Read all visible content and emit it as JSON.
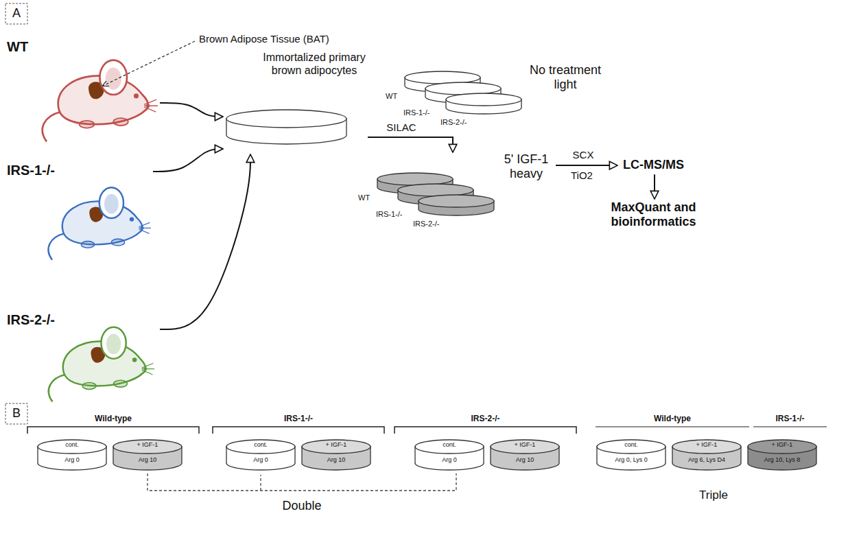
{
  "diagram": {
    "nodes": [
      {
        "text": [
          "WT"
        ]
      },
      {
        "text": [
          "IRS-1-/-"
        ]
      },
      {
        "text": [
          "IRS-2-/-"
        ]
      },
      {
        "text": [
          "Immortalized primary brown adipocytes"
        ]
      },
      {
        "text": [
          "No treatment light",
          "WT",
          "IRS-1-/-",
          "IRS-2-/-"
        ]
      },
      {
        "text": [
          "5' IGF-1 heavy",
          "WT",
          "IRS-1-/-",
          "IRS-2-/-"
        ]
      },
      {
        "text": [
          "LC-MS/MS"
        ]
      },
      {
        "text": [
          "MaxQuant and bioinformatics"
        ]
      },
      {
        "text": [
          "cont.",
          "Arg 0"
        ]
      },
      {
        "text": [
          "+ IGF-1",
          "Arg 10"
        ]
      },
      {
        "text": [
          "cont.",
          "Arg 0"
        ]
      },
      {
        "text": [
          "+ IGF-1",
          "Arg 10"
        ]
      },
      {
        "text": [
          "cont.",
          "Arg 0"
        ]
      },
      {
        "text": [
          "+ IGF-1",
          "Arg 10"
        ]
      },
      {
        "text": [
          "cont.",
          "Arg 0, Lys 0"
        ]
      },
      {
        "text": [
          "+ IGF-1",
          "Arg 6, Lys D4"
        ]
      },
      {
        "text": [
          "+ IGF-1",
          "Arg 10, Lys 8"
        ]
      }
    ],
    "edges": [
      {
        "from": 0,
        "to": 3,
        "arrow": "to"
      },
      {
        "from": 1,
        "to": 3,
        "arrow": "to"
      },
      {
        "from": 2,
        "to": 3,
        "arrow": "to"
      },
      {
        "from": 3,
        "to": 5,
        "label": "SILAC",
        "arrow": "to"
      },
      {
        "from": 5,
        "to": 6,
        "label": "SCX",
        "arrow": "to"
      },
      {
        "from": 6,
        "to": 7,
        "arrow": "to"
      }
    ],
    "labels": [
      "A",
      "Brown Adipose Tissue (BAT)",
      "TiO2",
      "B",
      "Wild-type",
      "IRS-1-/-",
      "IRS-2-/-",
      "Double",
      "Wild-type",
      "IRS-1-/-",
      "Triple"
    ]
  }
}
